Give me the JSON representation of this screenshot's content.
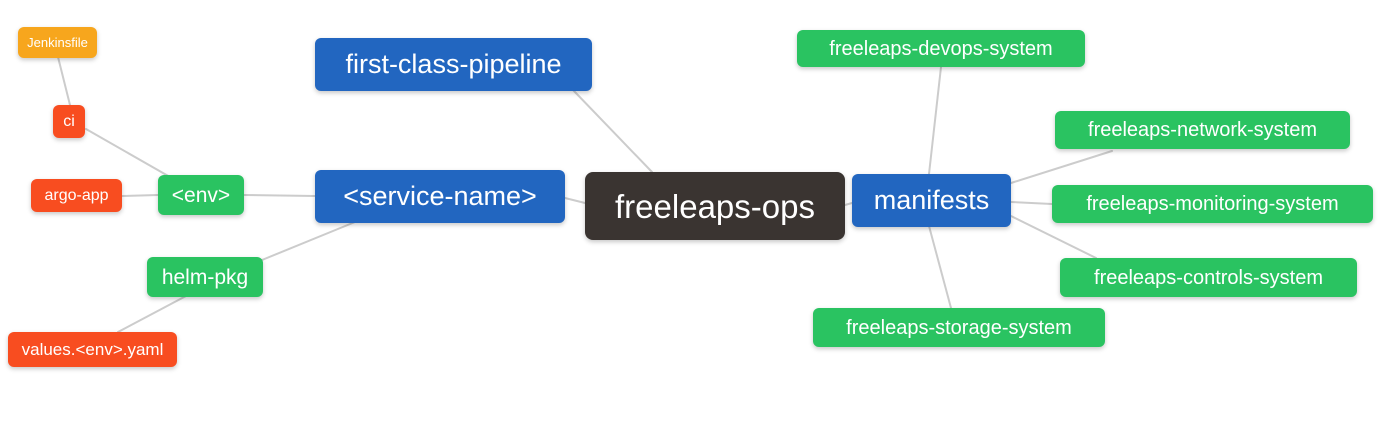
{
  "diagram": {
    "type": "mindmap",
    "background_color": "#ffffff",
    "edge_color": "#cccccc",
    "palette": {
      "root_node": "#3A3431",
      "branch_node_blue": "#2266C0",
      "topic_node_green": "#2AC361",
      "leaf_node_red": "#F84D20",
      "leaf_node_orange": "#F7A61D"
    },
    "nodes": {
      "root": {
        "label": "freeleaps-ops",
        "color": "#3A3431"
      },
      "first_class_pipeline": {
        "label": "first-class-pipeline",
        "color": "#2266C0"
      },
      "service_name": {
        "label": "<service-name>",
        "color": "#2266C0"
      },
      "manifests": {
        "label": "manifests",
        "color": "#2266C0"
      },
      "env": {
        "label": "<env>",
        "color": "#2AC361"
      },
      "helm_pkg": {
        "label": "helm-pkg",
        "color": "#2AC361"
      },
      "ci": {
        "label": "ci",
        "color": "#F84D20"
      },
      "argo_app": {
        "label": "argo-app",
        "color": "#F84D20"
      },
      "jenkinsfile": {
        "label": "Jenkinsfile",
        "color": "#F7A61D"
      },
      "values_env_yaml": {
        "label": "values.<env>.yaml",
        "color": "#F84D20"
      },
      "devops_system": {
        "label": "freeleaps-devops-system",
        "color": "#2AC361"
      },
      "network_system": {
        "label": "freeleaps-network-system",
        "color": "#2AC361"
      },
      "monitoring_system": {
        "label": "freeleaps-monitoring-system",
        "color": "#2AC361"
      },
      "controls_system": {
        "label": "freeleaps-controls-system",
        "color": "#2AC361"
      },
      "storage_system": {
        "label": "freeleaps-storage-system",
        "color": "#2AC361"
      }
    },
    "edges": [
      {
        "from": "freeleaps-ops",
        "to": "first-class-pipeline"
      },
      {
        "from": "freeleaps-ops",
        "to": "<service-name>"
      },
      {
        "from": "freeleaps-ops",
        "to": "manifests"
      },
      {
        "from": "<service-name>",
        "to": "<env>"
      },
      {
        "from": "<service-name>",
        "to": "helm-pkg"
      },
      {
        "from": "<env>",
        "to": "ci"
      },
      {
        "from": "<env>",
        "to": "argo-app"
      },
      {
        "from": "ci",
        "to": "Jenkinsfile"
      },
      {
        "from": "helm-pkg",
        "to": "values.<env>.yaml"
      },
      {
        "from": "manifests",
        "to": "freeleaps-devops-system"
      },
      {
        "from": "manifests",
        "to": "freeleaps-network-system"
      },
      {
        "from": "manifests",
        "to": "freeleaps-monitoring-system"
      },
      {
        "from": "manifests",
        "to": "freeleaps-controls-system"
      },
      {
        "from": "manifests",
        "to": "freeleaps-storage-system"
      }
    ]
  }
}
